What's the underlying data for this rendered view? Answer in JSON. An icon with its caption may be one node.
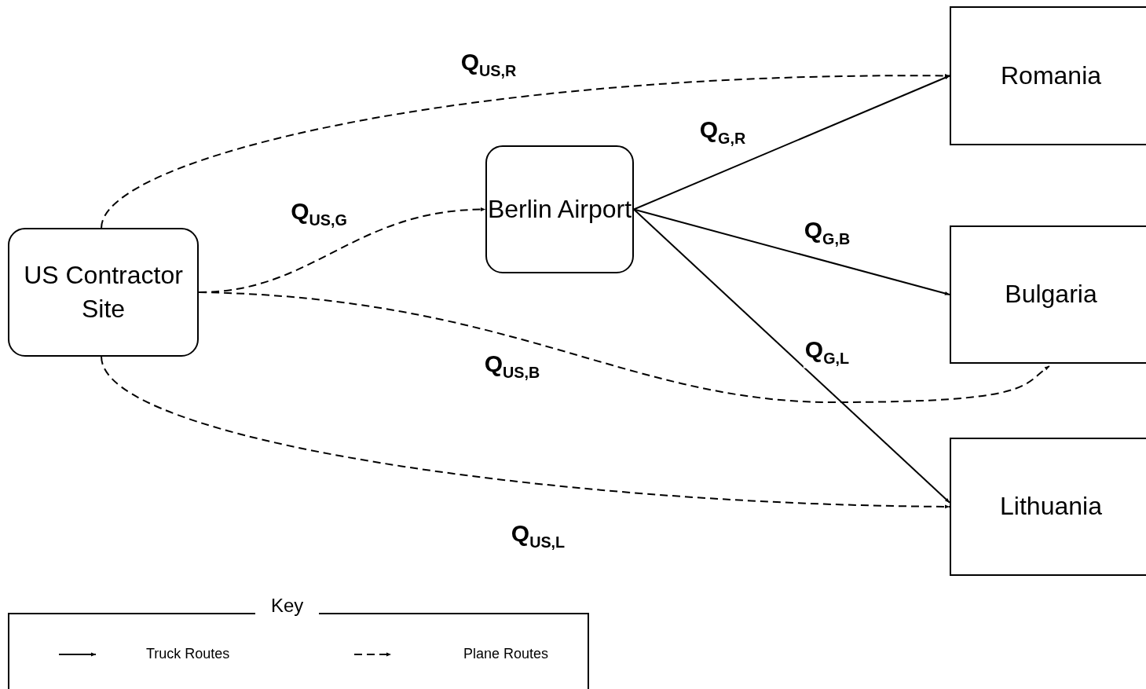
{
  "diagram": {
    "nodes": [
      {
        "text": [
          "US Contractor Site"
        ]
      },
      {
        "text": [
          "Berlin Airport"
        ]
      },
      {
        "text": [
          "Romania"
        ]
      },
      {
        "text": [
          "Bulgaria"
        ]
      },
      {
        "text": [
          "Lithuania"
        ]
      }
    ],
    "edges": [
      {
        "from": 0,
        "to": 2,
        "arrow": "to",
        "style": "dashed",
        "label": "Q$_{US,R}$"
      },
      {
        "from": 0,
        "to": 1,
        "arrow": "to",
        "style": "dashed",
        "label": "Q$_{US,G}$"
      },
      {
        "from": 0,
        "to": 3,
        "arrow": "to",
        "style": "dashed",
        "label": "Q$_{US,B}$"
      },
      {
        "from": 0,
        "to": 4,
        "arrow": "to",
        "style": "dashed",
        "label": "Q$_{US,L}$"
      },
      {
        "from": 1,
        "to": 2,
        "arrow": "to",
        "label": "Q$_{G,R}$"
      },
      {
        "from": 1,
        "to": 3,
        "arrow": "to",
        "label": "Q$_{G,B}$"
      },
      {
        "from": 1,
        "to": 4,
        "arrow": "to",
        "label": "Q$_{G,L}$"
      }
    ],
    "labels": [
      "Key"
    ],
    "legend": [
      {
        "text": "Truck Routes"
      },
      {
        "text": "Plane Routes"
      }
    ]
  }
}
